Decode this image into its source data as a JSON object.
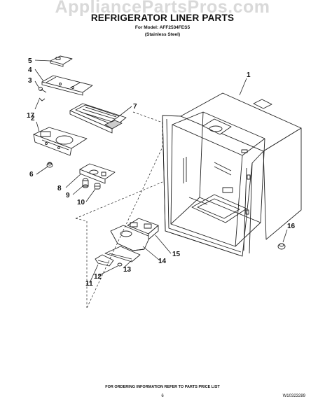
{
  "watermark": "AppliancePartsPros.com",
  "header": {
    "title": "REFRIGERATOR LINER PARTS",
    "model": "For Model: AFF2534FES5",
    "variant": "(Stainless Steel)"
  },
  "callouts": [
    "1",
    "2",
    "3",
    "4",
    "5",
    "6",
    "7",
    "8",
    "9",
    "10",
    "11",
    "12",
    "13",
    "14",
    "15",
    "16",
    "17"
  ],
  "footer": {
    "note": "FOR ORDERING INFORMATION REFER TO PARTS PRICE LIST",
    "page": "6",
    "doc_number": "W10323289"
  }
}
